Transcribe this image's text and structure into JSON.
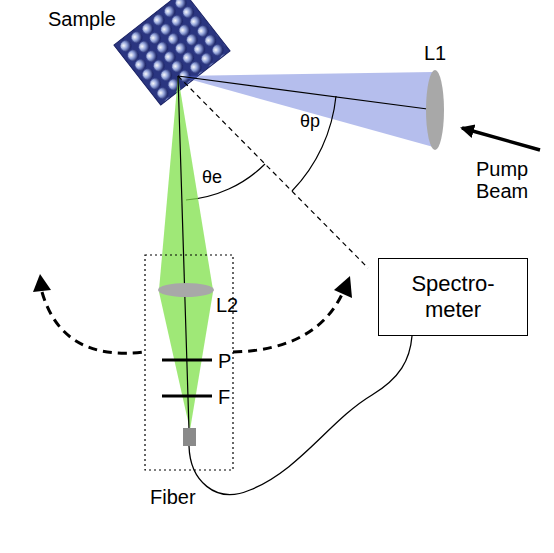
{
  "diagram": {
    "nodes": [
      {
        "text": [
          "Spectro- meter"
        ]
      }
    ],
    "labels": [
      "Sample",
      "L1",
      "Pump Beam",
      "θp",
      "θe",
      "L2",
      "P",
      "F",
      "Fiber"
    ]
  }
}
